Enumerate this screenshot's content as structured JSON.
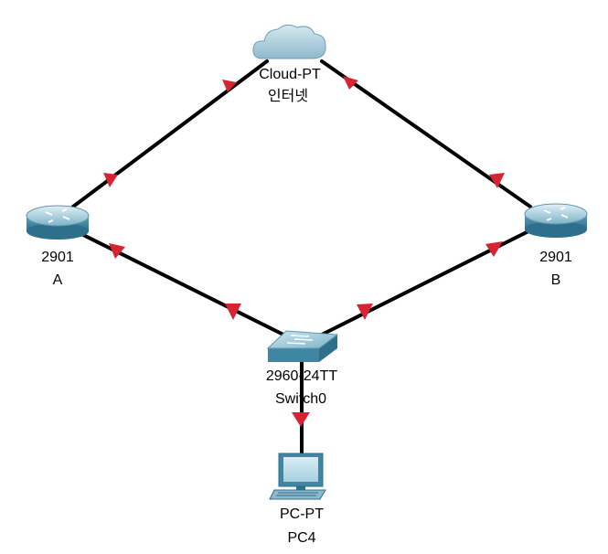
{
  "devices": {
    "cloud": {
      "model": "Cloud-PT",
      "name": "인터넷",
      "icon": "cloud-icon"
    },
    "router_a": {
      "model": "2901",
      "name": "A",
      "icon": "router-icon"
    },
    "router_b": {
      "model": "2901",
      "name": "B",
      "icon": "router-icon"
    },
    "switch": {
      "model": "2960-24TT",
      "name": "Switch0",
      "icon": "switch-icon"
    },
    "pc": {
      "model": "PC-PT",
      "name": "PC4",
      "icon": "pc-icon"
    }
  },
  "colors": {
    "link": "#000000",
    "link_status": "#d62433",
    "device_light": "#b8dbe6",
    "device_dark": "#3f86a3"
  }
}
